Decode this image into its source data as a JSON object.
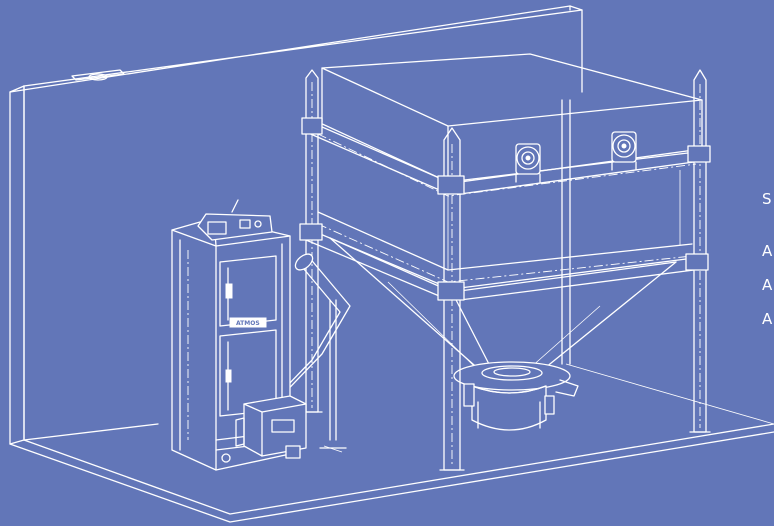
{
  "diagram": {
    "background_color": "#6276b8",
    "line_color": "#ffffff",
    "boiler_plate_text": "ATMOS",
    "side_labels": [
      "S",
      "A",
      "A",
      "A"
    ]
  }
}
